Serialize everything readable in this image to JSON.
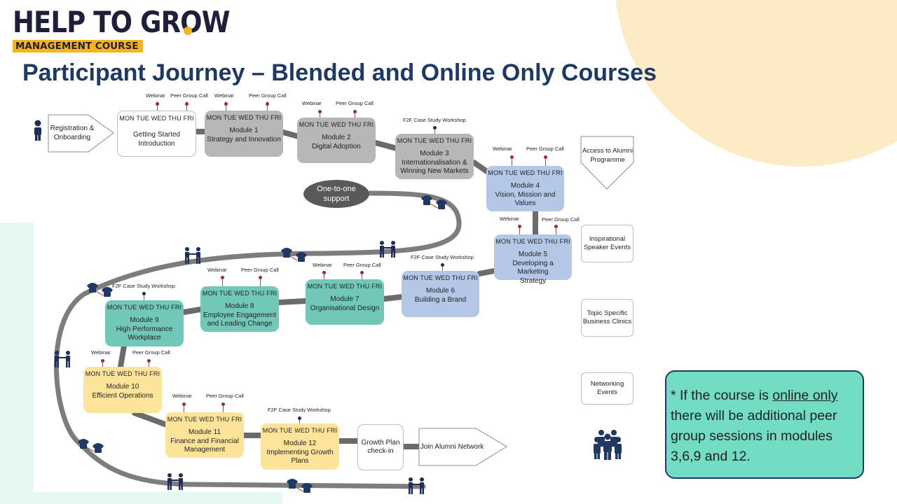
{
  "logo": {
    "main": "HELP TO GROW",
    "sub": "MANAGEMENT COURSE"
  },
  "title": "Participant Journey – Blended and Online Only Courses",
  "days": "MON TUE WED THU FRI",
  "start": {
    "label_line1": "Registration &",
    "label_line2": "Onboarding"
  },
  "modules": [
    {
      "id": "getting-started",
      "line1": "Getting Started",
      "line2": "Introduction",
      "line3": ""
    },
    {
      "id": "module-1",
      "line1": "Module 1",
      "line2": "Strategy and Innovation",
      "line3": ""
    },
    {
      "id": "module-2",
      "line1": "Module 2",
      "line2": "Digital Adoption",
      "line3": ""
    },
    {
      "id": "module-3",
      "line1": "Module 3",
      "line2": "Internationalisation &",
      "line3": "Winning New Markets"
    },
    {
      "id": "module-4",
      "line1": "Module 4",
      "line2": "Vision, Mission and",
      "line3": "Values"
    },
    {
      "id": "module-5",
      "line1": "Module 5",
      "line2": "Developing a Marketing",
      "line3": "Strategy"
    },
    {
      "id": "module-6",
      "line1": "Module 6",
      "line2": "Building a Brand",
      "line3": ""
    },
    {
      "id": "module-7",
      "line1": "Module 7",
      "line2": "Organisational Design",
      "line3": ""
    },
    {
      "id": "module-8",
      "line1": "Module 8",
      "line2": "Employee Engagement",
      "line3": "and Leading Change"
    },
    {
      "id": "module-9",
      "line1": "Module 9",
      "line2": "High Performance",
      "line3": "Workplace"
    },
    {
      "id": "module-10",
      "line1": "Module 10",
      "line2": "Efficient Operations",
      "line3": ""
    },
    {
      "id": "module-11",
      "line1": "Module 11",
      "line2": "Finance and Financial",
      "line3": "Management"
    },
    {
      "id": "module-12",
      "line1": "Module 12",
      "line2": "Implementing Growth",
      "line3": "Plans"
    }
  ],
  "annotations": {
    "webinar": "Webinar",
    "peer": "Peer Group Call",
    "f2f": "F2F Case Study Workshop"
  },
  "one_to_one": {
    "line1": "One-to-one",
    "line2": "support"
  },
  "growth_plan": {
    "line1": "Growth Plan",
    "line2": "check-in"
  },
  "join_alumni": "Join Alumni Network",
  "side": {
    "alumni_line1": "Access to Alumni",
    "alumni_line2": "Programme",
    "inspirational_line1": "Inspirational",
    "inspirational_line2": "Speaker Events",
    "topic_line1": "Topic Specific",
    "topic_line2": "Business Clinics",
    "networking_line1": "Networking",
    "networking_line2": "Events"
  },
  "note": {
    "part1": "* If the course is ",
    "underlined": "online only",
    "part2": " there will be additional peer group sessions in modules 3,6,9 and 12."
  },
  "colors": {
    "navy": "#1f3864",
    "logo_yellow": "#f6b617",
    "road": "#595959",
    "grey": "#b7b7b7",
    "blue": "#b4c7e7",
    "teal": "#72c8b8",
    "yellow": "#fde49a",
    "note_bg": "#72dcc4"
  }
}
